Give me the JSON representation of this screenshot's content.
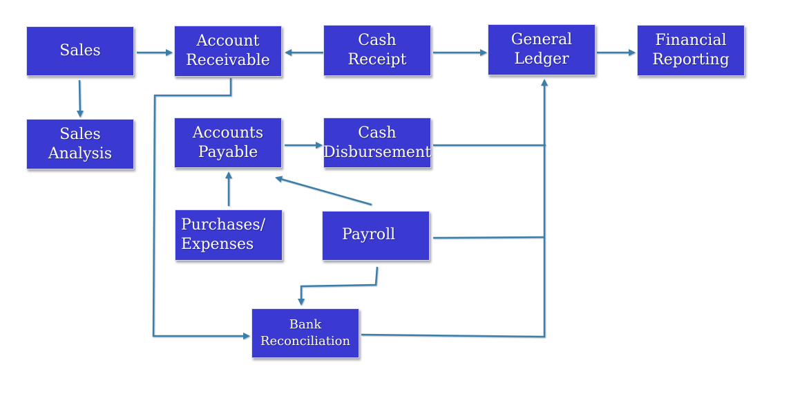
{
  "nodes": {
    "sales": "Sales",
    "account_receivable": "Account\nReceivable",
    "cash_receipt": "Cash\nReceipt",
    "general_ledger": "General\nLedger",
    "financial_reporting": "Financial\nReporting",
    "sales_analysis": "Sales\nAnalysis",
    "accounts_payable": "Accounts\nPayable",
    "cash_disbursement": "Cash\nDisbursement",
    "purchases_expenses": "Purchases/\nExpenses",
    "payroll": "Payroll",
    "bank_reconciliation": "Bank\nReconciliation"
  },
  "colors": {
    "box_fill": "#3a39d1",
    "box_text": "#ffffff",
    "connector": "#3b7fa8"
  }
}
